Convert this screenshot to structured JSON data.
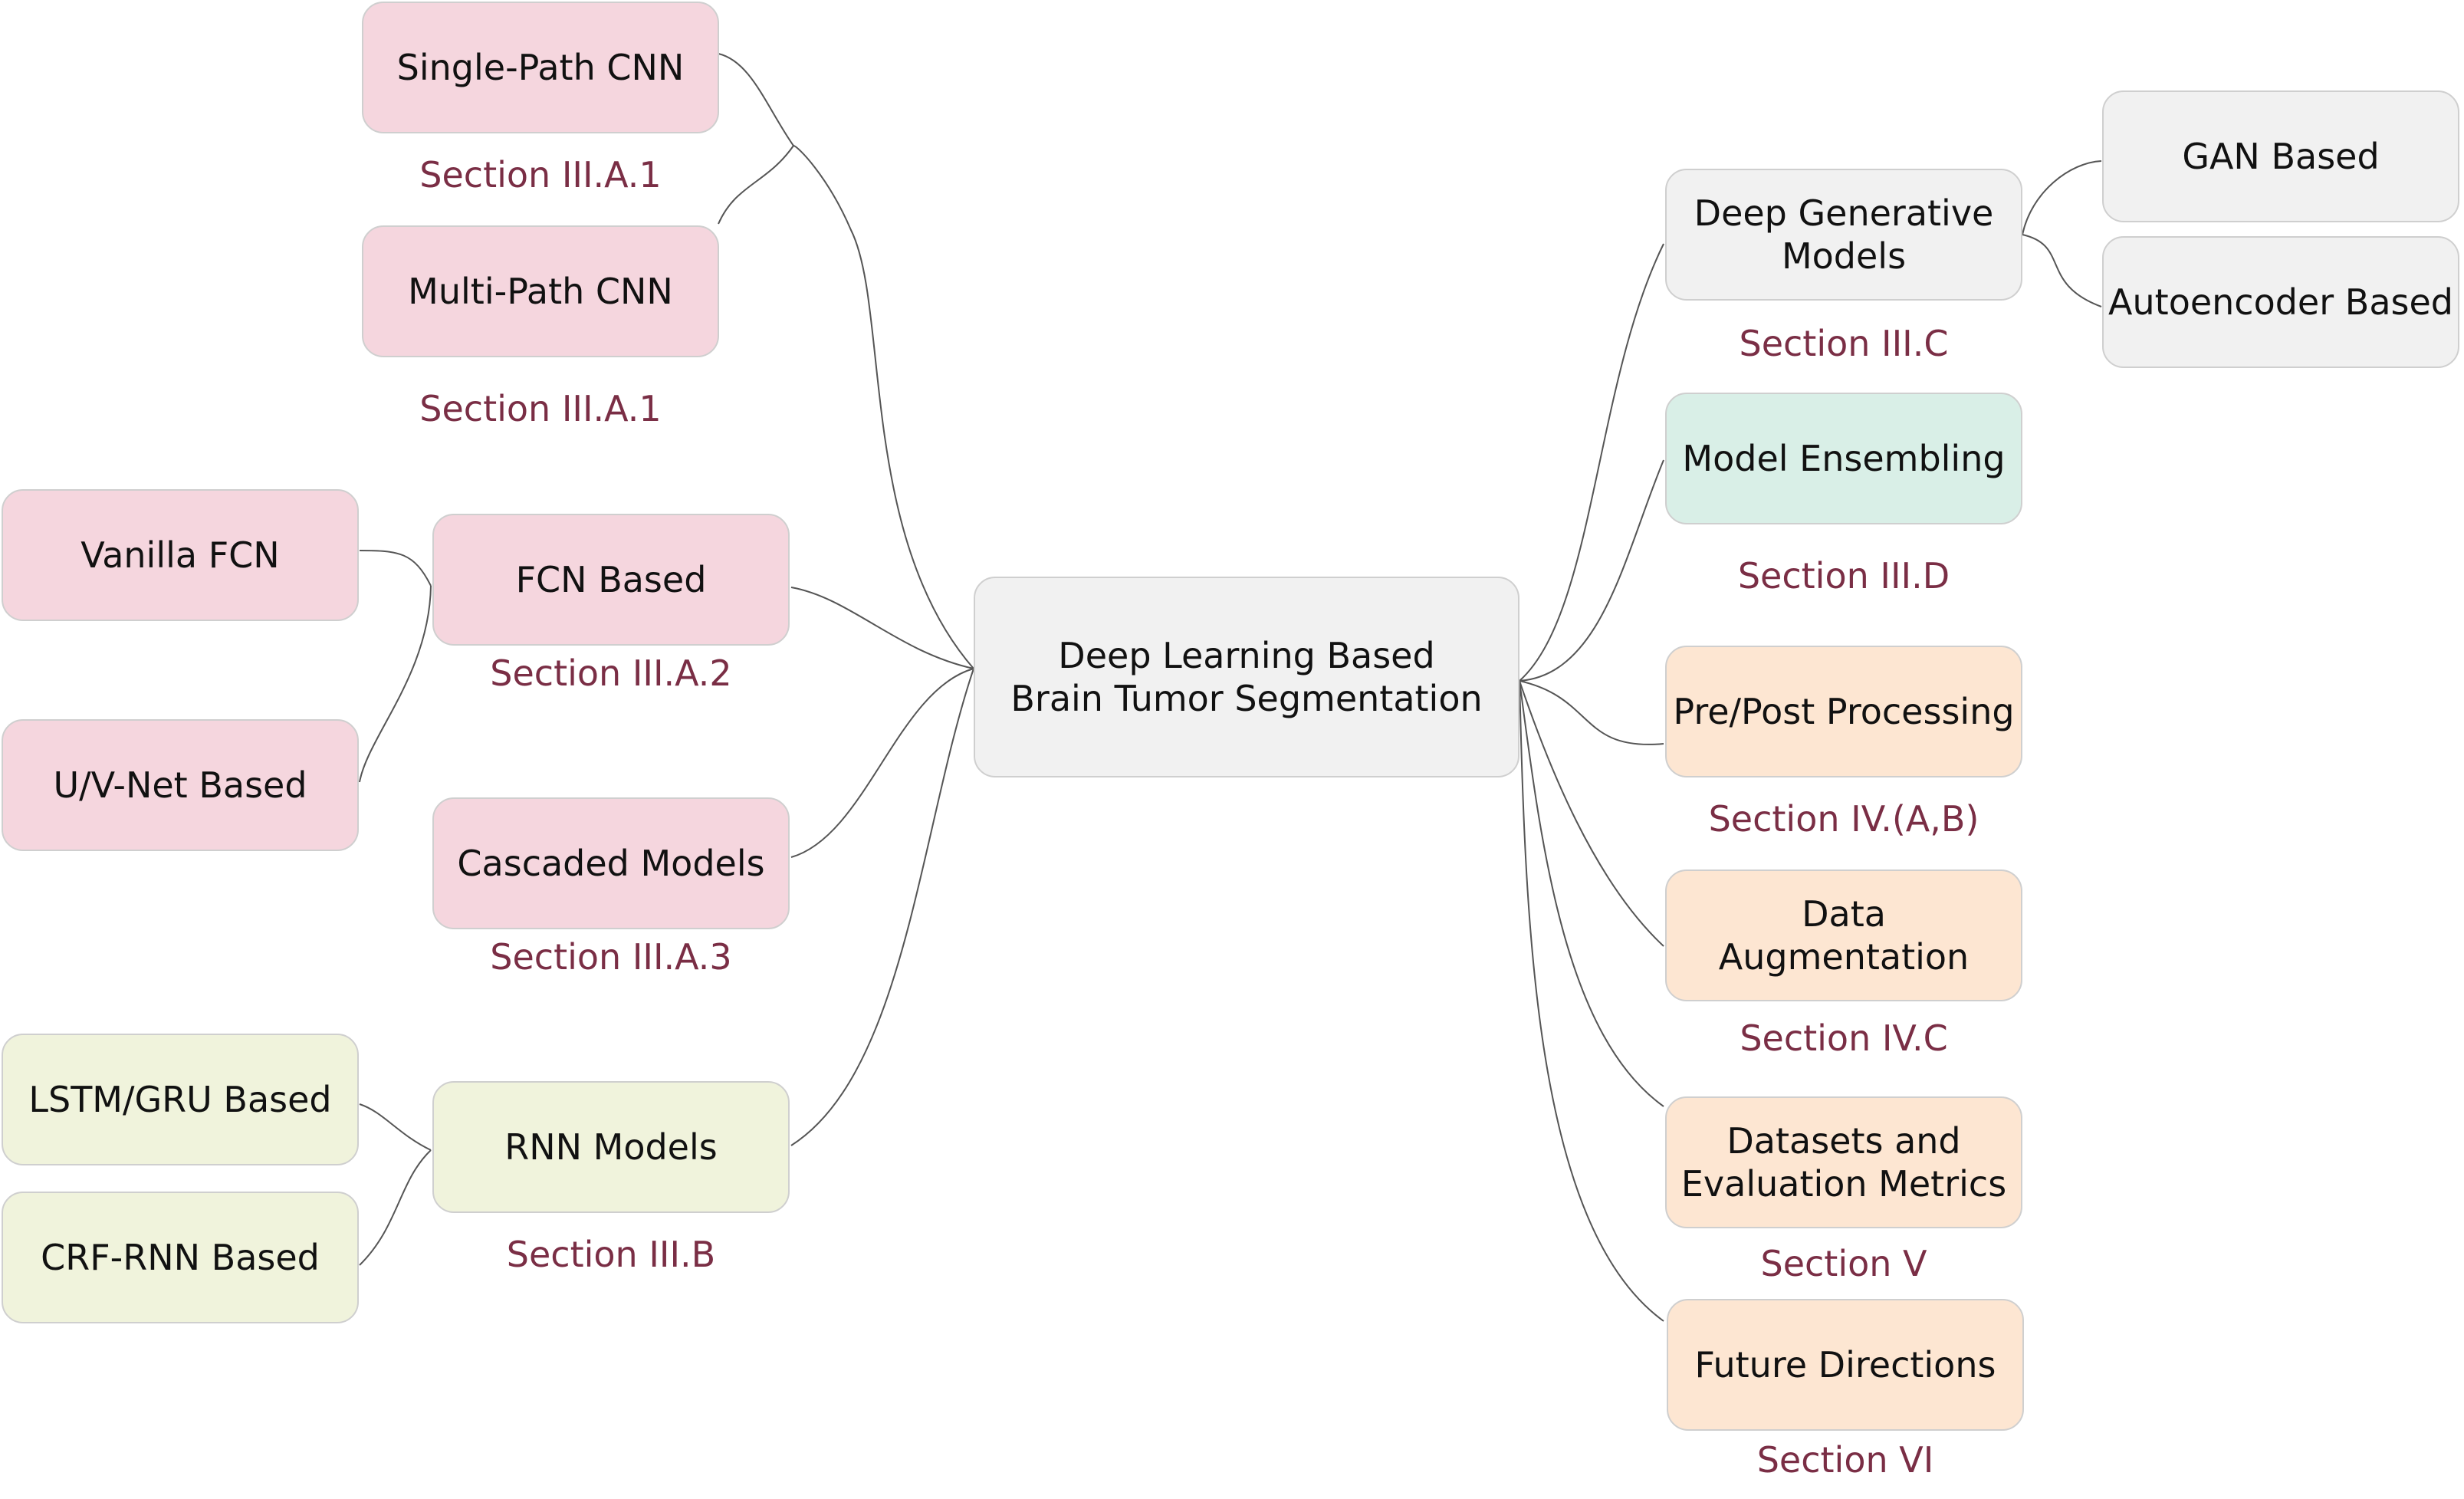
{
  "diagram": {
    "center": "Deep Learning Based\nBrain Tumor Segmentation",
    "left": {
      "single_path": "Single-Path CNN",
      "single_path_section": "Section III.A.1",
      "multi_path": "Multi-Path CNN",
      "multi_path_section": "Section III.A.1",
      "fcn_based": "FCN Based",
      "fcn_section": "Section III.A.2",
      "vanilla_fcn": "Vanilla FCN",
      "uv_net": "U/V-Net Based",
      "cascaded": "Cascaded Models",
      "cascaded_section": "Section III.A.3",
      "rnn_models": "RNN Models",
      "rnn_section": "Section III.B",
      "lstm_gru": "LSTM/GRU Based",
      "crf_rnn": "CRF-RNN Based"
    },
    "right": {
      "deep_generative": "Deep Generative\nModels",
      "deep_generative_section": "Section III.C",
      "gan": "GAN Based",
      "autoencoder": "Autoencoder Based",
      "ensembling": "Model Ensembling",
      "ensembling_section": "Section III.D",
      "prepost": "Pre/Post Processing",
      "prepost_section": "Section IV.(A,B)",
      "augmentation": "Data Augmentation",
      "augmentation_section": "Section IV.C",
      "datasets": "Datasets and\nEvaluation Metrics",
      "datasets_section": "Section V",
      "future": "Future Directions",
      "future_section": "Section VI"
    },
    "colors": {
      "pink": "#f5d6de",
      "gray": "#f1f1f1",
      "teal": "#d9efe7",
      "peach": "#fde6d2",
      "olive": "#f0f3dc",
      "section_text": "#7a2e45",
      "connector": "#555555"
    }
  }
}
